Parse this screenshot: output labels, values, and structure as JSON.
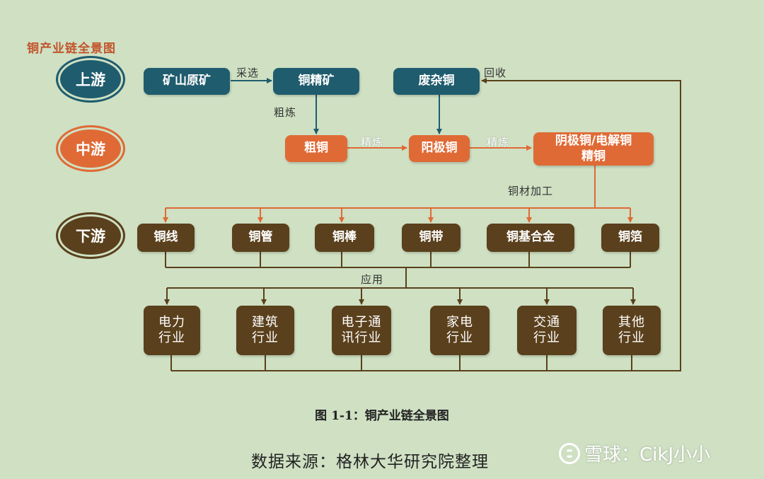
{
  "title": "铜产业链全景图",
  "tiers": {
    "upstream": "上游",
    "midstream": "中游",
    "downstream": "下游"
  },
  "nodes": {
    "ore": "矿山原矿",
    "concentrate": "铜精矿",
    "scrap": "废杂铜",
    "blister": "粗铜",
    "anode": "阳极铜",
    "cathode_line1": "阴极铜/电解铜",
    "cathode_line2": "精铜"
  },
  "products": [
    "铜线",
    "铜管",
    "铜棒",
    "铜带",
    "铜基合金",
    "铜箔"
  ],
  "industries": [
    {
      "line1": "电力",
      "line2": "行业"
    },
    {
      "line1": "建筑",
      "line2": "行业"
    },
    {
      "line1": "电子通",
      "line2": "讯行业"
    },
    {
      "line1": "家电",
      "line2": "行业"
    },
    {
      "line1": "交通",
      "line2": "行业"
    },
    {
      "line1": "其他",
      "line2": "行业"
    }
  ],
  "edge_labels": {
    "beneficiation": "采选",
    "recycle": "回收",
    "rough_smelting": "粗炼",
    "refining_1": "精炼",
    "refining_2": "精炼",
    "processing": "铜材加工",
    "application": "应用"
  },
  "caption": "图 1-1：铜产业链全景图",
  "source": "数据来源：格林大华研究院整理",
  "watermark": "雪球：CikJ小小",
  "colors": {
    "upstream": "#1f5c6e",
    "midstream": "#e06a35",
    "downstream": "#5a401c",
    "background": "#cfe0c3"
  }
}
